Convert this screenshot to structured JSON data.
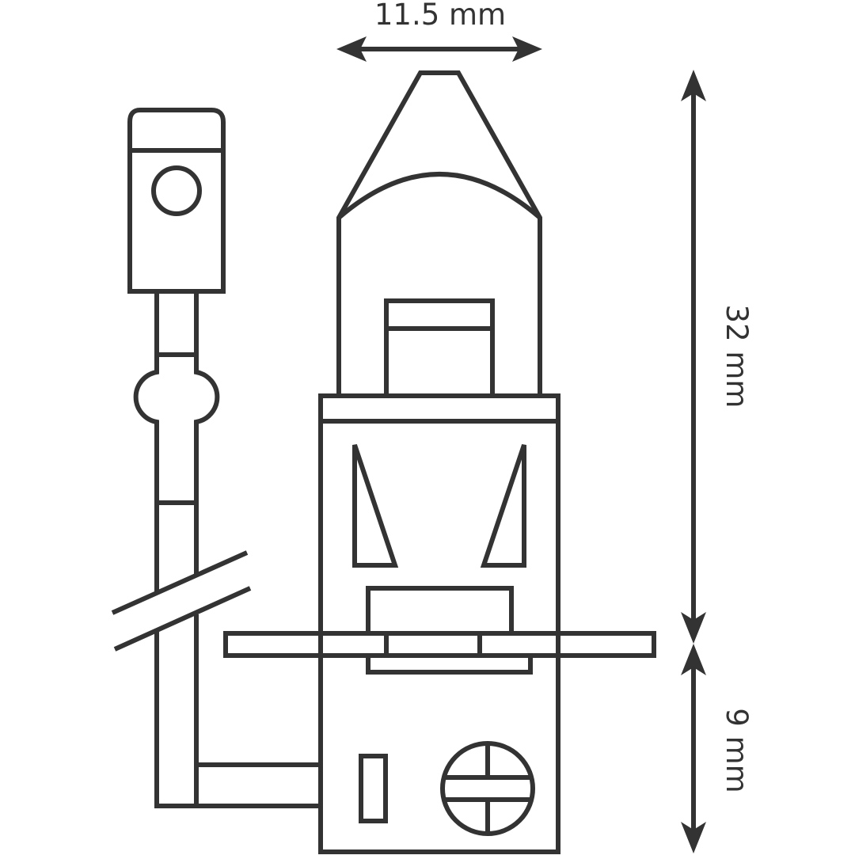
{
  "diagram": {
    "dimensions": {
      "width": "11.5 mm",
      "total_height": "32 mm",
      "base_height": "9 mm"
    },
    "colors": {
      "line": "#333333",
      "fill": "#cccccc",
      "background": "#ffffff"
    }
  }
}
